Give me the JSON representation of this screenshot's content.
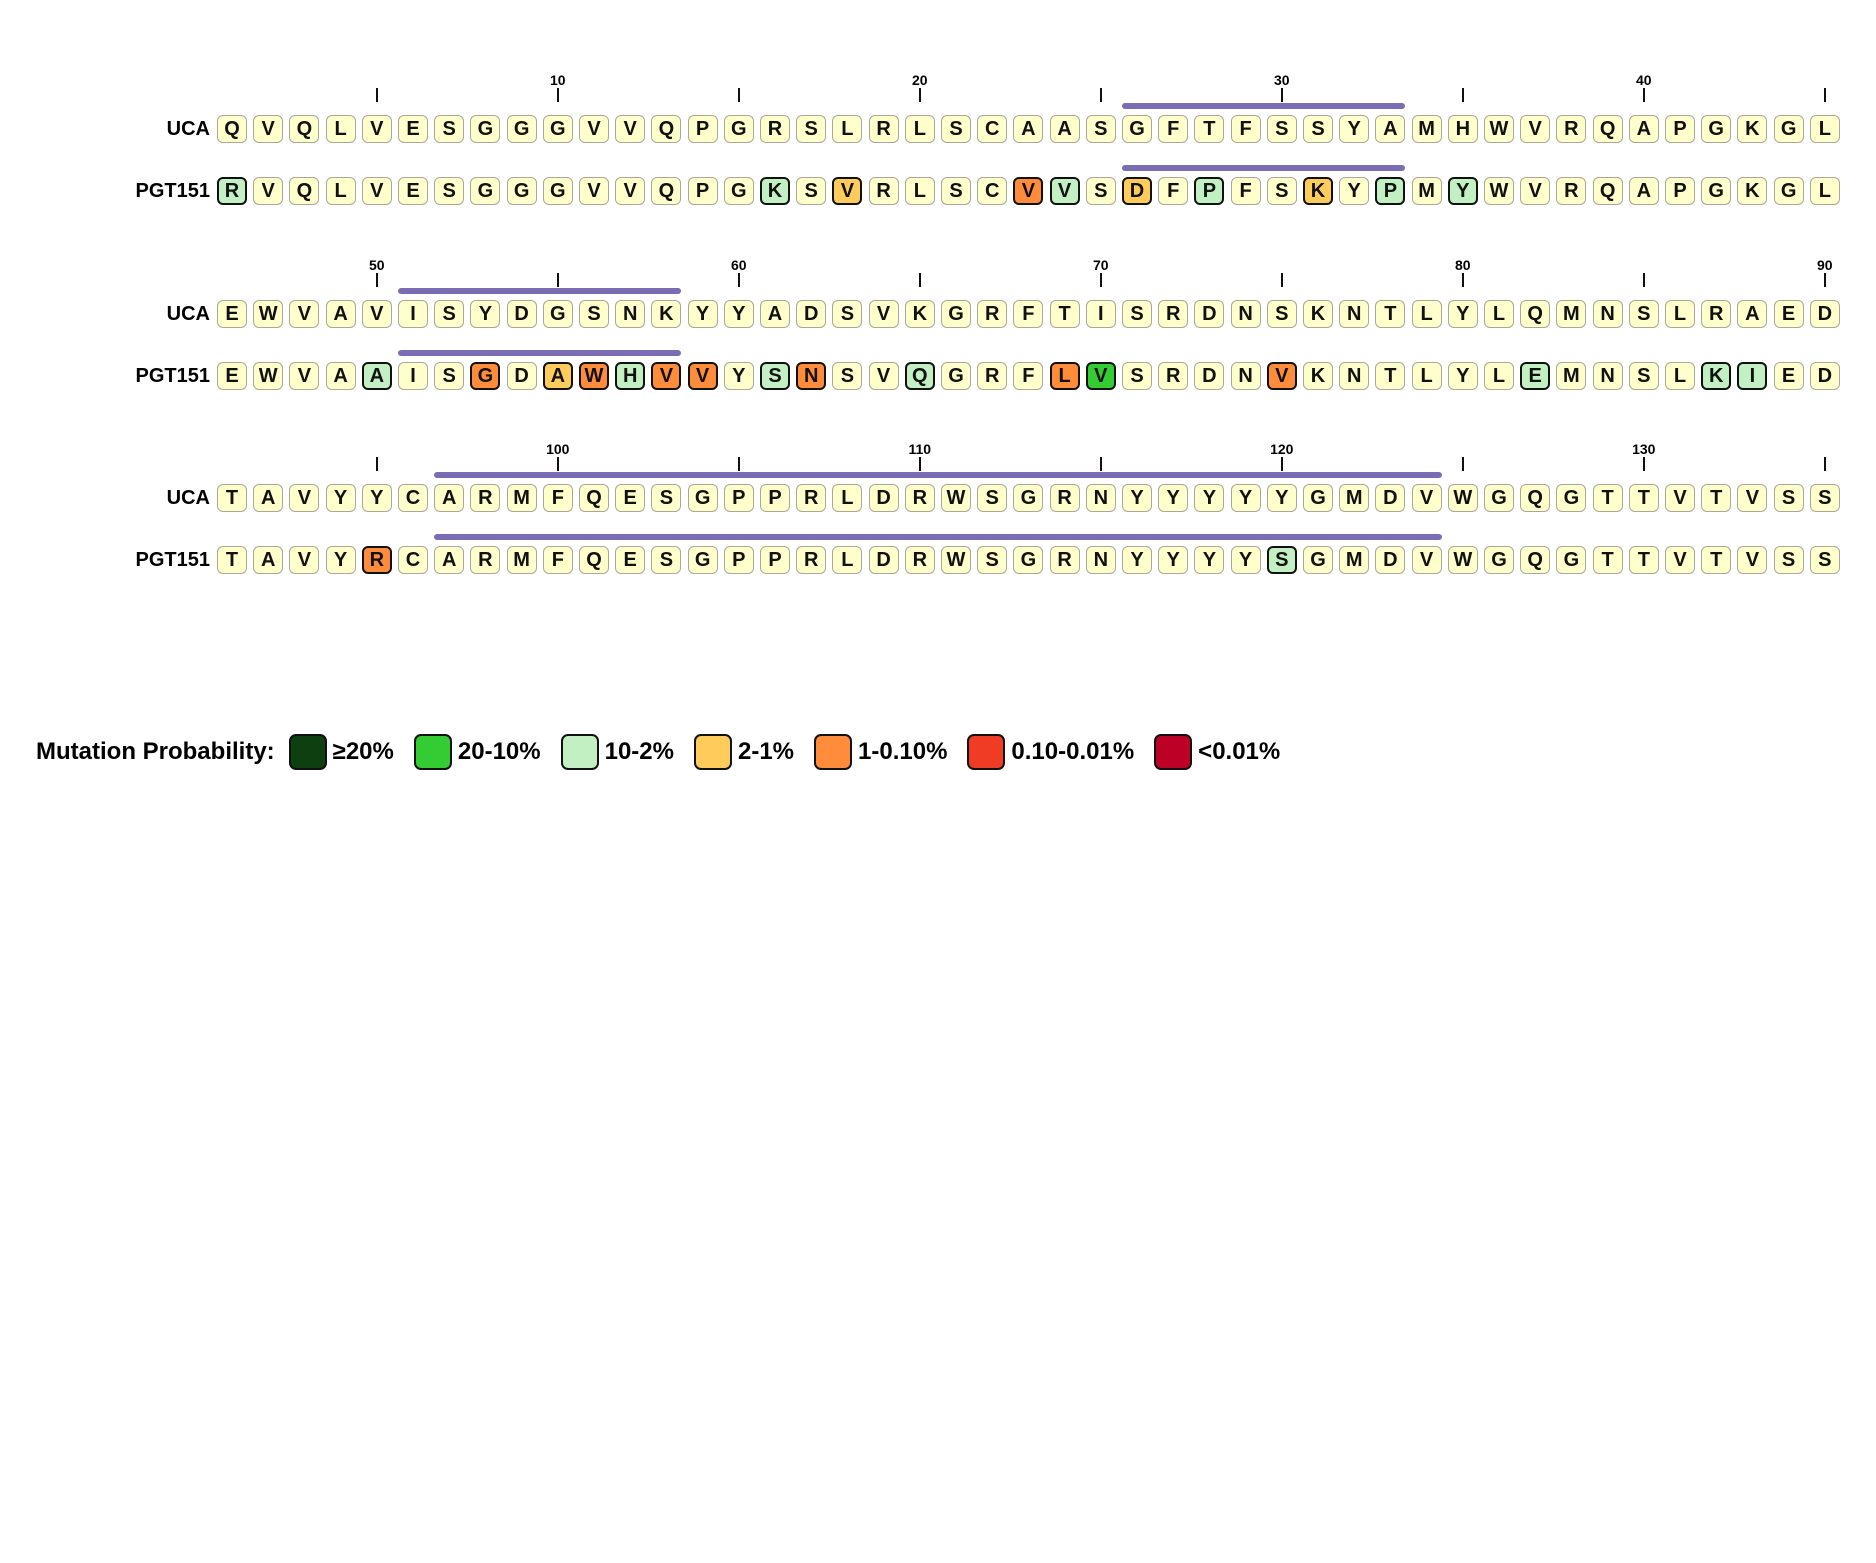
{
  "sequence_names": {
    "germline": "UCA",
    "mature": "PGT151"
  },
  "colors": {
    "default": "#ffffcc",
    "ge20": "#0e3f10",
    "20-10": "#33cc33",
    "10-2": "#c2f0c2",
    "2-1": "#ffcc5c",
    "1-0.10": "#ff8c3a",
    "0.10-0.01": "#f03c24",
    "lt0.01": "#bd0026",
    "cdr_bar": "#7b6db3"
  },
  "rows": [
    {
      "start": 1,
      "uca": "QVQLVESGGGVVQPGRSLRLSCAASGFTFSSYAMHWVRQAPGKGL",
      "pgt151": "RVQLVESGGGVVQPGKSVRLSCVVSDFPFSKYPMYWVRQAPGKGL",
      "cdr": [
        26,
        33
      ]
    },
    {
      "start": 46,
      "uca": "EWVAVISYDGSNKYYADSVKGRFTISRDNSKNTLYLQMNSLRAED",
      "pgt151": "EWVAAISGDAWHVVYSNSVQGRFLVSRDNVKNTLYLEMNSLKIED",
      "cdr": [
        51,
        58
      ]
    },
    {
      "start": 91,
      "uca": "TAVYYCARMFQESGPPRLDRWSGRNYYYYYGMDVWGQGTTVTVSS",
      "pgt151": "TAVYRCARMFQESGPPRLDRWSGRNYYYYSGMDVWGQGTTVTVSS",
      "cdr": [
        97,
        124
      ]
    }
  ],
  "mutations": {
    "1": "10-2",
    "16": "10-2",
    "18": "2-1",
    "23": "1-0.10",
    "24": "10-2",
    "26": "2-1",
    "28": "10-2",
    "31": "2-1",
    "33": "10-2",
    "35": "10-2",
    "50": "10-2",
    "53": "1-0.10",
    "55": "2-1",
    "56": "1-0.10",
    "57": "10-2",
    "58": "1-0.10",
    "59": "1-0.10",
    "61": "10-2",
    "62": "1-0.10",
    "65": "10-2",
    "69": "1-0.10",
    "70": "20-10",
    "75": "1-0.10",
    "82": "10-2",
    "87": "10-2",
    "88": "10-2",
    "95": "1-0.10",
    "120": "10-2"
  },
  "legend": {
    "title": "Mutation Probability:",
    "items": [
      {
        "key": "ge20",
        "label": "≥20%"
      },
      {
        "key": "20-10",
        "label": "20-10%"
      },
      {
        "key": "10-2",
        "label": "10-2%"
      },
      {
        "key": "2-1",
        "label": "2-1%"
      },
      {
        "key": "1-0.10",
        "label": "1-0.10%"
      },
      {
        "key": "0.10-0.01",
        "label": "0.10-0.01%"
      },
      {
        "key": "lt0.01",
        "label": "<0.01%"
      }
    ]
  }
}
